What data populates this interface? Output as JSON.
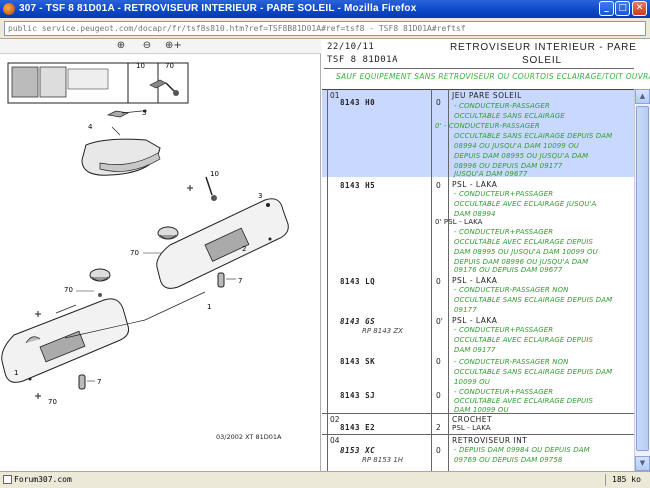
{
  "window": {
    "title": "307 - TSF 8 81D01A - RETROVISEUR INTERIEUR - PARE SOLEIL - Mozilla Firefox",
    "minimize": "_",
    "maximize": "□",
    "close": "✕"
  },
  "address_bar": {
    "url": "public service.peugeot.com/docapr/fr/tsf8s810.htm?ref=TSF8B81D01A#ref=tsf8 - TSF8 81D01A#reftsf"
  },
  "diagram": {
    "zoom_in": "⊕",
    "zoom_out": "⊖",
    "zoom_fit": "⊕+",
    "labels": [
      "1",
      "2",
      "3",
      "4",
      "5",
      "7",
      "10",
      "70",
      "10",
      "70",
      "70",
      "70",
      "7",
      "70"
    ],
    "caption": "03/2002  XT 81D01A"
  },
  "parts": {
    "ref_line1": "22/10/11",
    "ref_line2": "TSF 8 81D01A",
    "title_line1": "RETROVISEUR INTERIEUR - PARE",
    "title_line2": "SOLEIL",
    "subtitle": "SAUF EQUIPEMENT SANS RETROVISEUR OU COURTOIS ECLAIRAGE/TOIT OUVRANT",
    "rows": [
      {
        "group": "01",
        "part": "8143 H0",
        "qty": "0",
        "label": "JEU PARE SOLEIL",
        "desc": [
          "- CONDUCTEUR-PASSAGER",
          "OCCULTABLE SANS ECLAIRAGE",
          "0'  - CONDUCTEUR-PASSAGER",
          "OCCULTABLE SANS ECLAIRAGE DEPUIS DAM",
          "08994 OU JUSQU'A DAM 10099 OU",
          "DEPUIS DAM 08995 OU JUSQU'A DAM",
          "08996 OU DEPUIS DAM 09177",
          "JUSQU'A DAM 09677"
        ]
      },
      {
        "group": "",
        "part": "8143 H5",
        "qty": "0",
        "label": "PSL - LAKA",
        "desc": [
          "- CONDUCTEUR+PASSAGER",
          "OCCULTABLE AVEC ECLAIRAGE JUSQU'A",
          "DAM 08994",
          "0'  PSL - LAKA",
          "- CONDUCTEUR+PASSAGER",
          "OCCULTABLE AVEC ECLAIRAGE DEPUIS",
          "DAM 08995 OU JUSQU'A DAM 10099 OU",
          "DEPUIS DAM 08996 OU JUSQU'A DAM",
          "09176 OU DEPUIS DAM 09677"
        ]
      },
      {
        "group": "",
        "part": "8143 LQ",
        "qty": "0",
        "label": "PSL - LAKA",
        "desc": [
          "- CONDUCTEUR-PASSAGER NON",
          "OCCULTABLE SANS ECLAIRAGE DEPUIS DAM",
          "09177"
        ]
      },
      {
        "group": "",
        "part": "8143 GS",
        "rp": "RP 8143 ZX",
        "qty": "0'",
        "label": "PSL - LAKA",
        "desc": [
          "- CONDUCTEUR+PASSAGER",
          "OCCULTABLE AVEC ECLAIRAGE DEPUIS",
          "DAM 09177"
        ]
      },
      {
        "group": "",
        "part": "8143 SK",
        "qty": "0",
        "label": "",
        "desc": [
          "- CONDUCTEUR-PASSAGER NON",
          "OCCULTABLE SANS ECLAIRAGE DEPUIS DAM",
          "10099 OU"
        ]
      },
      {
        "group": "",
        "part": "8143 SJ",
        "qty": "0",
        "label": "",
        "desc": [
          "- CONDUCTEUR+PASSAGER",
          "OCCULTABLE AVEC ECLAIRAGE DEPUIS",
          "DAM 10099 OU"
        ]
      },
      {
        "group": "02",
        "part": "8143 E2",
        "qty": "2",
        "label": "CROCHET",
        "desc": [
          "PSL - LAKA"
        ]
      },
      {
        "group": "04",
        "part": "8153 XC",
        "rp": "RP 8153 1H",
        "qty": "0",
        "label": "RETROVISEUR INT",
        "desc": [
          "- DEPUIS DAM 09984 OU DEPUIS DAM",
          "09769 OU DEPUIS DAM 09758"
        ]
      }
    ]
  },
  "status_bar": {
    "left": "Forum307.com",
    "right": "185 ko"
  }
}
